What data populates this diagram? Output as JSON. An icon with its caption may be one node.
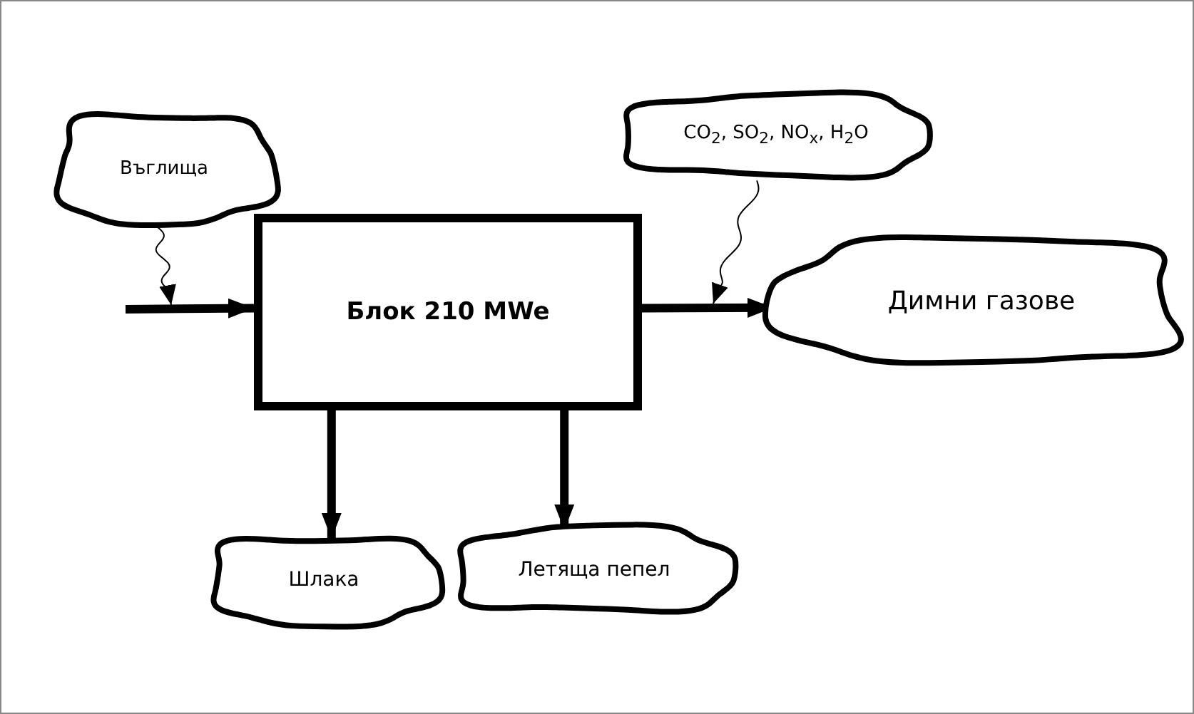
{
  "diagram": {
    "nodes": [
      {
        "text": [
          "Въглища"
        ]
      },
      {
        "text": [
          "CO$_{2}$, SO$_{2}$, NO$_{x}$, H$_{2}$O"
        ]
      },
      {
        "text": [
          "Блок 210 MWe"
        ]
      },
      {
        "text": [
          "Димни газове"
        ]
      },
      {
        "text": [
          "Шлака"
        ]
      },
      {
        "text": [
          "Летяща пепел"
        ]
      }
    ],
    "edges": [
      {
        "from": null,
        "to": 2,
        "arrow": "to"
      },
      {
        "from": 0,
        "to": null,
        "arrow": "to"
      },
      {
        "from": 2,
        "to": 3,
        "arrow": "to"
      },
      {
        "from": 1,
        "to": null,
        "arrow": "to"
      },
      {
        "from": 2,
        "to": 4,
        "arrow": "to"
      },
      {
        "from": 2,
        "to": 5,
        "arrow": "to"
      }
    ]
  }
}
